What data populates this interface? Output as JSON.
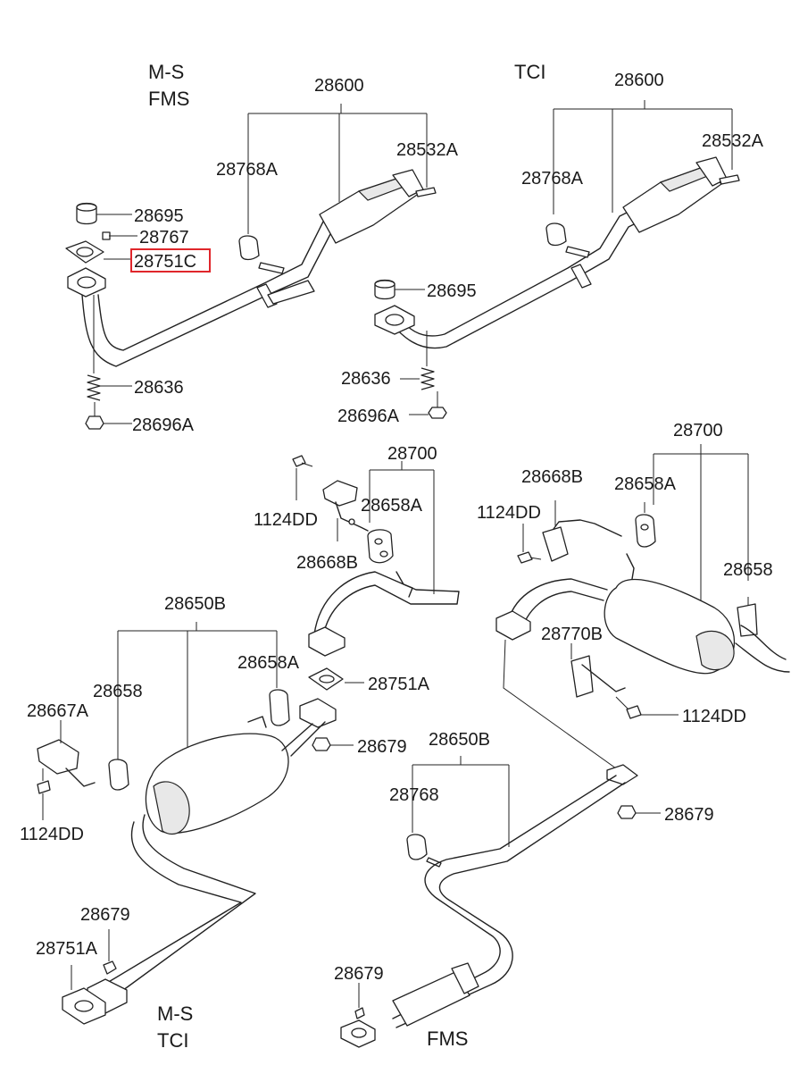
{
  "groups": {
    "top_left": [
      "M-S",
      "FMS"
    ],
    "top_right": "TCI",
    "bottom_left": [
      "M-S",
      "TCI"
    ],
    "bottom_right": "FMS"
  },
  "labels": {
    "front_pipe_ms": "28600",
    "front_pipe_tci": "28600",
    "hanger_front_ms": "28768A",
    "hanger_front_tci": "28768A",
    "bolt_front_ms": "28532A",
    "bolt_front_tci": "28532A",
    "gasket_ring_ms": "28695",
    "gasket_ring_tci": "28695",
    "nut_small": "28767",
    "gasket_highlight": "28751C",
    "spring_ms": "28636",
    "spring_tci": "28636",
    "bolt_spring_ms": "28696A",
    "bolt_spring_tci": "28696A",
    "center_assy_left": "28700",
    "center_assy_right": "28700",
    "bolt_1124_a": "1124DD",
    "hanger_28658a_a": "28658A",
    "bracket_28668b_a": "28668B",
    "bracket_28668b_b": "28668B",
    "bolt_1124_b": "1124DD",
    "hanger_28658a_b": "28658A",
    "hanger_28658_right": "28658",
    "bracket_28770b": "28770B",
    "bolt_1124_c": "1124DD",
    "muffler_assy_left": "28650B",
    "hanger_28658a_c": "28658A",
    "hanger_28658_left": "28658",
    "gasket_28751a_mid": "28751A",
    "bracket_28667a": "28667A",
    "nut_28679_mid": "28679",
    "bolt_1124_d": "1124DD",
    "muffler_assy_right": "28650B",
    "hanger_28768": "28768",
    "nut_28679_right": "28679",
    "nut_28679_bottom_left": "28679",
    "gasket_28751a_bottom": "28751A",
    "nut_28679_bottom_right": "28679"
  },
  "highlight_color": "#e0262b"
}
